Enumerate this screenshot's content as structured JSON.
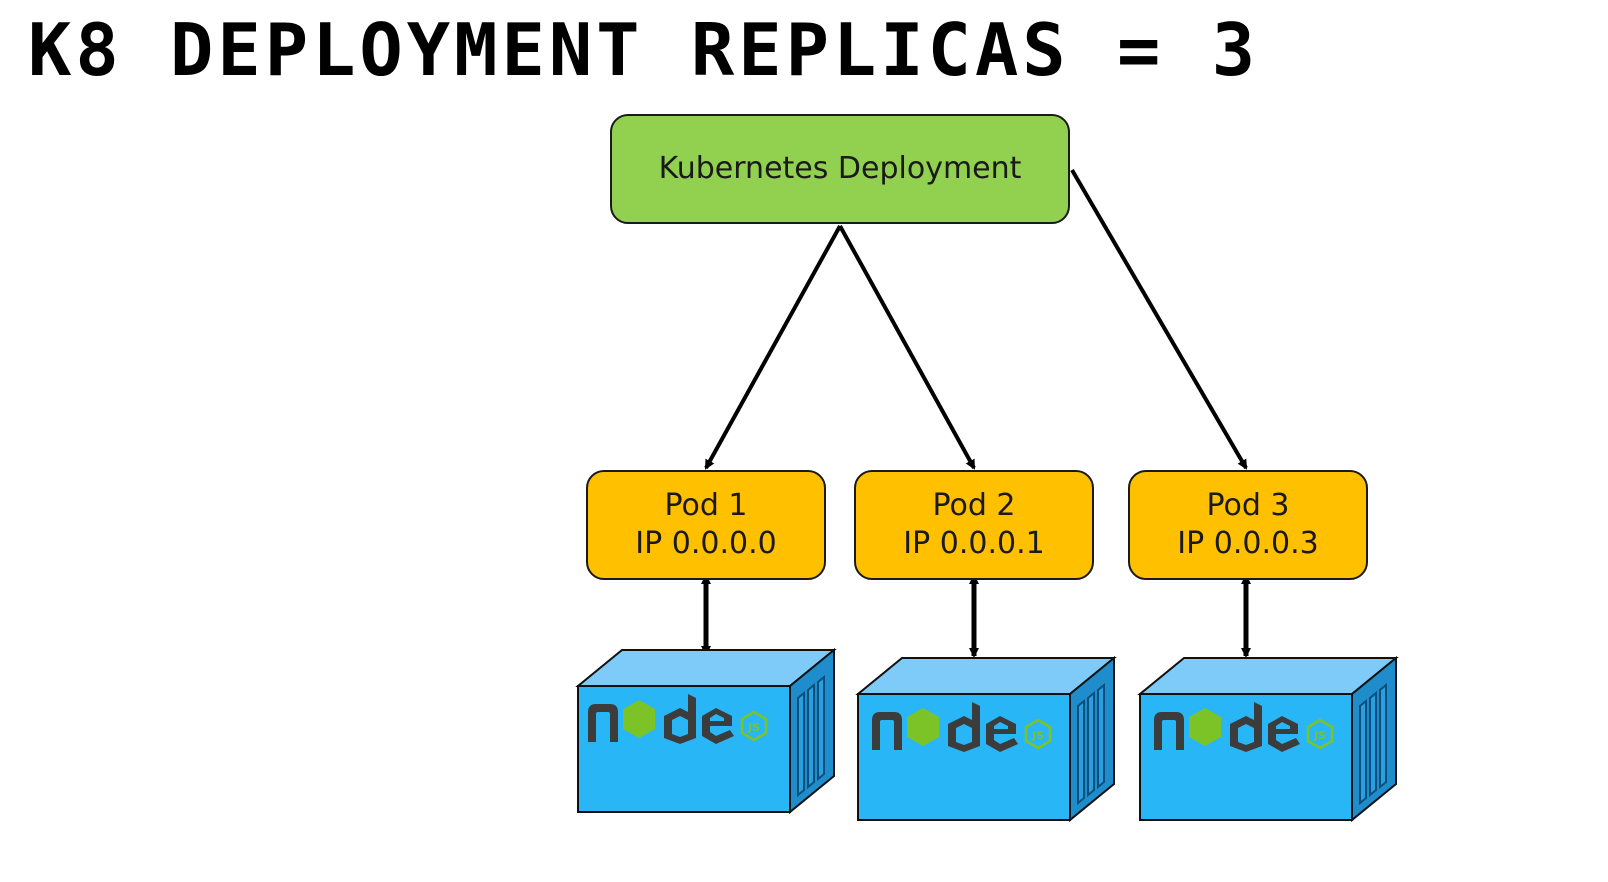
{
  "title": "K8 DEPLOYMENT REPLICAS = 3",
  "deployment": {
    "label": "Kubernetes Deployment"
  },
  "pods": [
    {
      "name": "Pod 1",
      "ip": "IP 0.0.0.0"
    },
    {
      "name": "Pod 2",
      "ip": "IP 0.0.0.1"
    },
    {
      "name": "Pod 3",
      "ip": "IP 0.0.0.3"
    }
  ],
  "container_logo": "node",
  "colors": {
    "deployment": "#92d050",
    "pod": "#ffc000",
    "container_front": "#29b6f6",
    "container_top": "#7ecbfa",
    "container_side": "#1f8dcc",
    "logo_dark": "#3c3c3c",
    "logo_green": "#7cc327"
  }
}
